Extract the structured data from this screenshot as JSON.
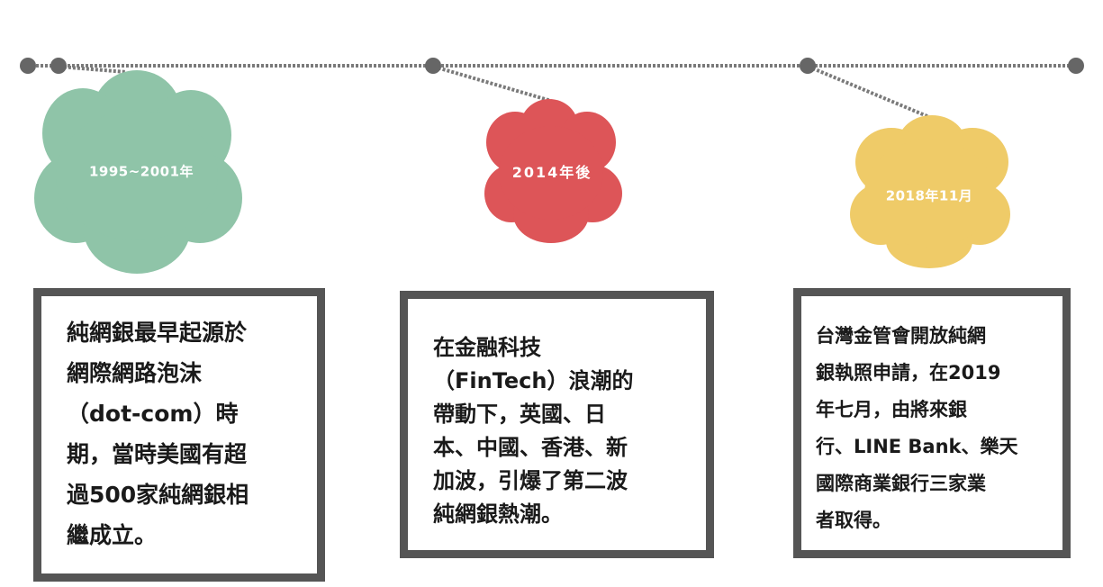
{
  "colors": {
    "line": "#7a7a7a",
    "dot": "#666666",
    "border": "#555555",
    "cloud_1": "#8fc4a8",
    "cloud_2": "#dd5558",
    "cloud_3": "#efcb68"
  },
  "events": [
    {
      "date": "1995~2001年",
      "lines": [
        "純網銀最早起源於",
        "網際網路泡沫",
        "（dot-com）時",
        "期，當時美國有超",
        "過500家純網銀相",
        "繼成立。"
      ]
    },
    {
      "date": "2014年後",
      "lines": [
        "在金融科技",
        "（FinTech）浪潮的",
        "帶動下，英國、日",
        "本、中國、香港、新",
        "加波，引爆了第二波",
        "純網銀熱潮。"
      ]
    },
    {
      "date": "2018年11月",
      "lines": [
        "台灣金管會開放純網",
        "銀執照申請，在2019",
        "年七月，由將來銀",
        "行、LINE Bank、樂天",
        "國際商業銀行三家業",
        "者取得。"
      ]
    }
  ]
}
